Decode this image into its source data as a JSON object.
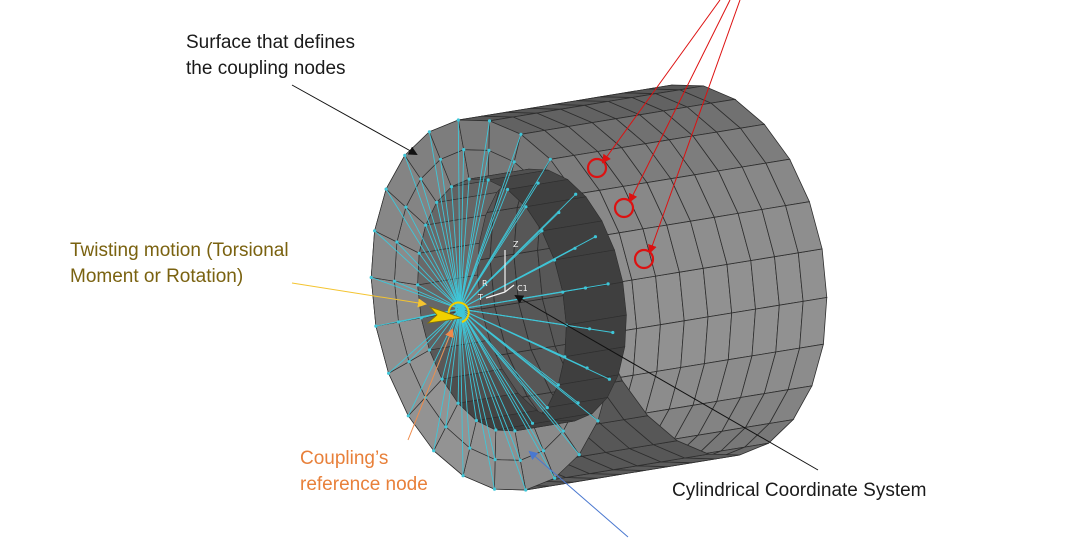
{
  "annotations": {
    "surface": {
      "line1": "Surface that defines",
      "line2": "the coupling nodes"
    },
    "twisting": {
      "line1": "Twisting motion (Torsional",
      "line2": "Moment or Rotation)"
    },
    "reference_node": {
      "line1": "Coupling’s",
      "line2": "reference node"
    },
    "coordinate_system": {
      "text": "Cylindrical Coordinate System"
    }
  },
  "triad": {
    "label": "C1"
  },
  "colors": {
    "mesh_face": "#8c8c8c",
    "mesh_edge": "#2e2e2e",
    "coupling_lines": "#3fc6d8",
    "highlight_circles": "#dd1111",
    "twist_label": "#7a6210",
    "refnode_label": "#e8803a",
    "twist_arrow": "#f2d000"
  }
}
